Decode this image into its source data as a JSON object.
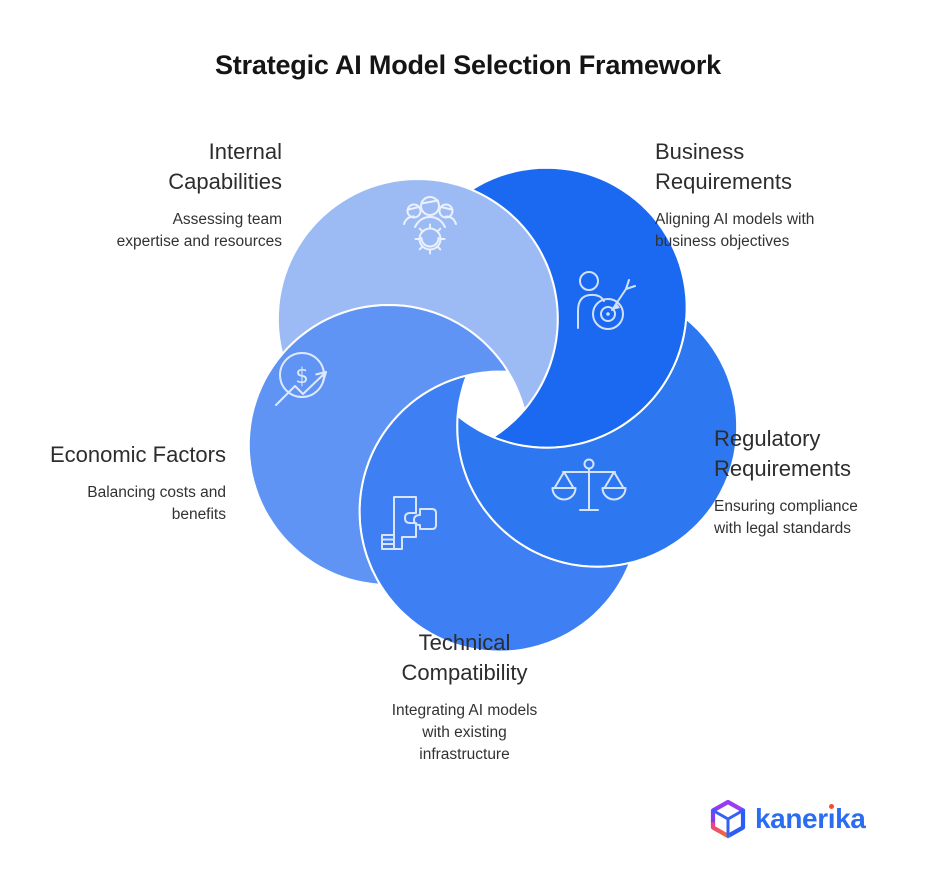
{
  "title": "Strategic AI Model Selection Framework",
  "segments": [
    {
      "id": "internal-capabilities",
      "title_lines": [
        "Internal",
        "Capabilities"
      ],
      "desc_lines": [
        "Assessing team",
        "expertise and resources"
      ],
      "color": "#9cbbf4",
      "icon": "team-gear-icon"
    },
    {
      "id": "business-requirements",
      "title_lines": [
        "Business",
        "Requirements"
      ],
      "desc_lines": [
        "Aligning AI models with",
        "business objectives"
      ],
      "color": "#1a69f0",
      "icon": "person-target-icon"
    },
    {
      "id": "regulatory-requirements",
      "title_lines": [
        "Regulatory",
        "Requirements"
      ],
      "desc_lines": [
        "Ensuring compliance",
        "with legal standards"
      ],
      "color": "#2d78f0",
      "icon": "scales-icon"
    },
    {
      "id": "technical-compatibility",
      "title_lines": [
        "Technical",
        "Compatibility"
      ],
      "desc_lines": [
        "Integrating AI models",
        "with existing",
        "infrastructure"
      ],
      "color": "#3e80f3",
      "icon": "puzzle-icon"
    },
    {
      "id": "economic-factors",
      "title_lines": [
        "Economic Factors"
      ],
      "desc_lines": [
        "Balancing costs and",
        "benefits"
      ],
      "color": "#5f94f4",
      "icon": "dollar-growth-icon"
    }
  ],
  "icons": {
    "dollar_glyph": "$"
  },
  "brand": {
    "part1": "kaner",
    "dotless_i": "ı",
    "part2": "ka",
    "text_color": "#2a6df3",
    "accent": "#f1502f"
  }
}
